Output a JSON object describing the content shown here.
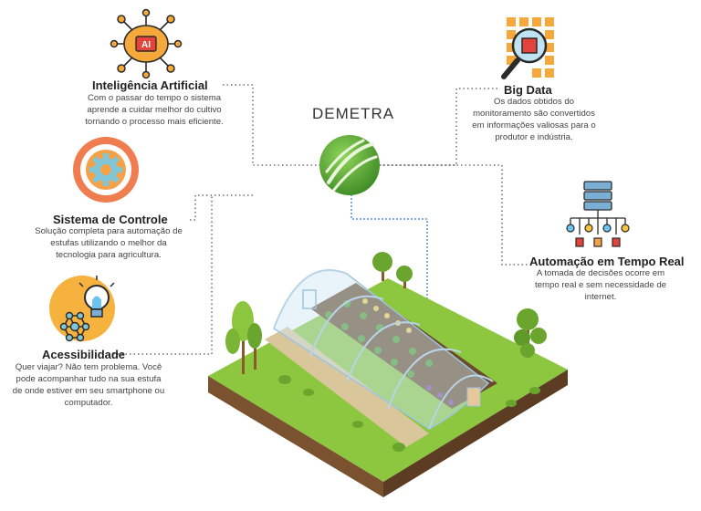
{
  "brand": {
    "name": "DEMETRA",
    "accent": "#6cb33f",
    "dark_accent": "#3f7f26"
  },
  "features": [
    {
      "id": "ai",
      "icon": "ai-brain-icon",
      "badge": "AI",
      "title": "Inteligência Artificial",
      "lines": [
        "Com o passar do tempo o sistema",
        "aprende a cuidar melhor do cultivo",
        "tornando o processo mais eficiente."
      ]
    },
    {
      "id": "control",
      "icon": "gear-icon",
      "title": "Sistema de Controle",
      "lines": [
        "Solução completa para automação de",
        "estufas utilizando o melhor da",
        "tecnologia para agricultura."
      ]
    },
    {
      "id": "access",
      "icon": "lightbulb-network-icon",
      "title": "Acessibilidade",
      "lines": [
        "Quer viajar? Não tem problema. Você",
        "pode acompanhar tudo na sua estufa",
        "de onde estiver em seu smartphone ou",
        "computador."
      ]
    },
    {
      "id": "bigdata",
      "icon": "magnifier-grid-icon",
      "title": "Big Data",
      "lines": [
        "Os dados obtidos do",
        "monitoramento são convertidos",
        "em informações valiosas para o",
        "produtor e indústria."
      ]
    },
    {
      "id": "realtime",
      "icon": "server-network-icon",
      "title": "Automação em Tempo Real",
      "lines": [
        "A tomada de decisões ocorre em",
        "tempo real e sem necessidade de",
        "internet."
      ]
    }
  ]
}
